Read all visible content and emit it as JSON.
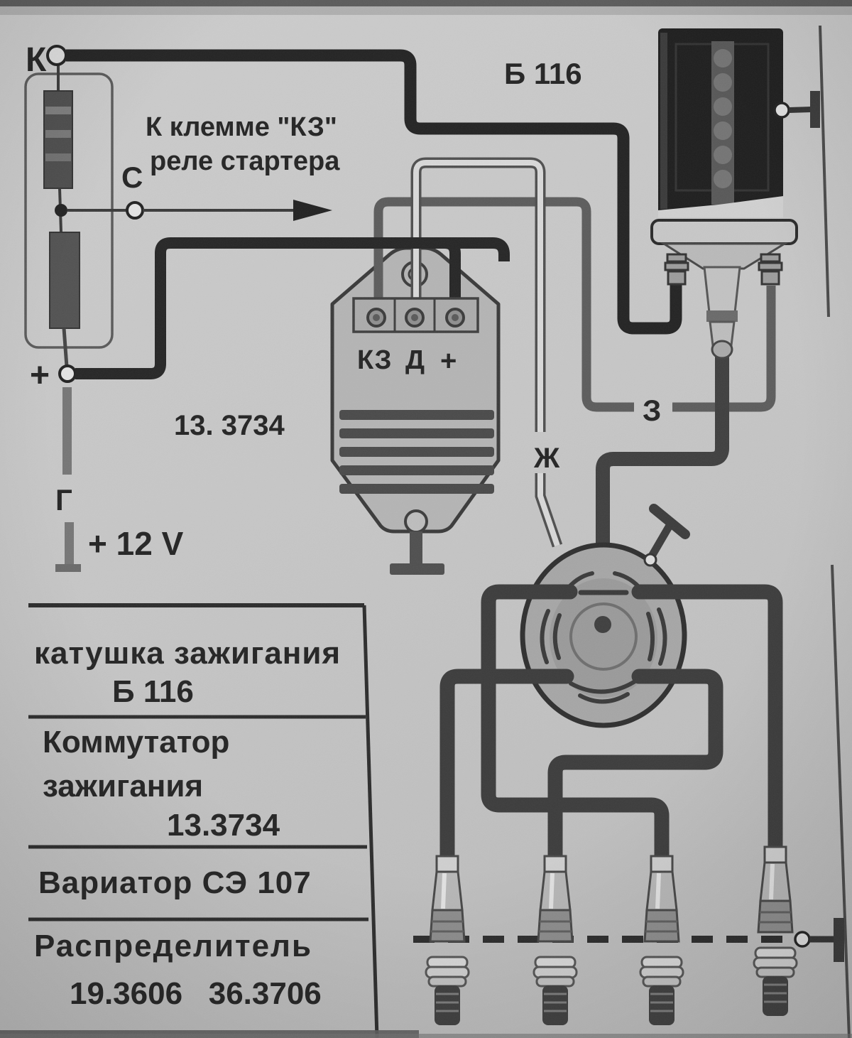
{
  "photo": {
    "background": "#c6c6c6",
    "ink": "#2a2a2a",
    "wire_black": "#252525",
    "wire_gray": "#5c5c5c",
    "wire_light": "#d8d8d8",
    "plug_wire": "#3c3c3c"
  },
  "schematic": {
    "labels": {
      "terminal_k": "К",
      "note_line1": "К клемме \"КЗ\"",
      "note_line2": "реле стартера",
      "terminal_c": "С",
      "terminal_plus": "+",
      "ground_g": "Г",
      "supply": "+ 12 V",
      "commutator_model": "13. 3734",
      "coil_model": "Б 116",
      "pin_kz": "КЗ",
      "pin_d": "Д",
      "pin_plus": "+",
      "wire_z": "З",
      "wire_zh": "Ж"
    },
    "legend": {
      "row1_line1": "катушка зажигания",
      "row1_line2": "Б 116",
      "row2_line1": "Коммутатор",
      "row2_line2": "зажигания",
      "row2_line3": "13.3734",
      "row3_line1": "Вариатор СЭ 107",
      "row4_line1": "Распределитель",
      "row4_line2": "19.3606   36.3706"
    }
  }
}
